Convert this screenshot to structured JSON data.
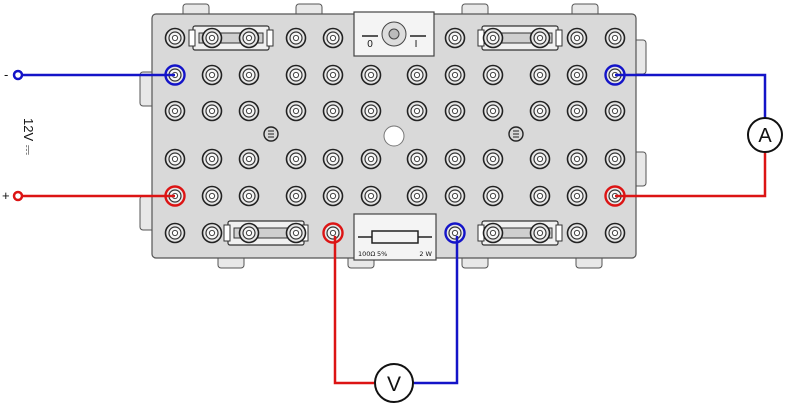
{
  "supply": {
    "negative_label": "-",
    "positive_label": "+",
    "voltage_label": "12V ⎓"
  },
  "switch": {
    "off_label": "0",
    "on_label": "I"
  },
  "resistor": {
    "resistance_label": "100Ω",
    "tolerance_label": "5%",
    "power_label": "2 W"
  },
  "ammeter": {
    "label": "A"
  },
  "voltmeter": {
    "label": "V"
  },
  "colors": {
    "board": "#d9d9d9",
    "board_border": "#555555",
    "negative_wire": "#1414c8",
    "positive_wire": "#dc1414",
    "socket_ring": "#1a1a1a"
  }
}
